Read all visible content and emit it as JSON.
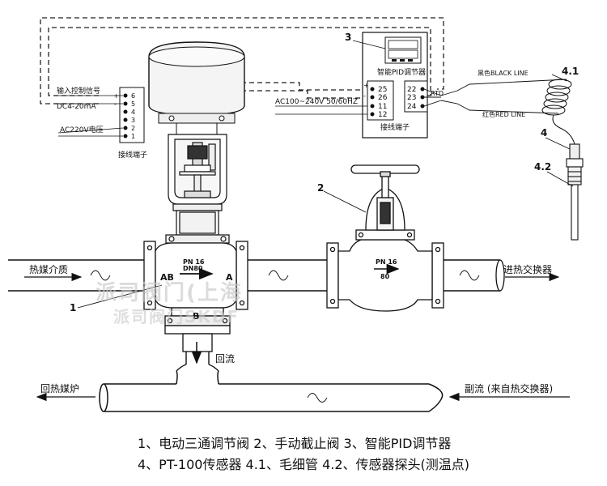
{
  "title": "",
  "callouts": {
    "n1": "1",
    "n2": "2",
    "n3": "3",
    "n4": "4",
    "n41": "4.1",
    "n42": "4.2"
  },
  "terminal_left": {
    "input_signal": "输入控制信号",
    "dc": "DC4-20mA",
    "plus": "+",
    "minus": "-",
    "ac": "AC220V电压",
    "pins": [
      "6",
      "5",
      "4",
      "3",
      "2",
      "1"
    ],
    "caption": "接线端子"
  },
  "controller": {
    "caption": "智能PID调节器",
    "pins_left": [
      "25",
      "26",
      "11",
      "12"
    ],
    "pins_right": [
      "22",
      "23",
      "24"
    ],
    "plus": "+",
    "minus": "-",
    "rtd": "RTD",
    "terminal_caption": "接线端子",
    "power": "AC100~240V 50/60HZ"
  },
  "sensor": {
    "black_line": "黑色BLACK LINE",
    "red_line": "红色RED LINE"
  },
  "valve3way": {
    "pn": "PN 16",
    "dn": "DN80",
    "port_ab": "AB",
    "port_a": "A",
    "port_b": "B"
  },
  "valve_stop": {
    "pn": "PN 16",
    "dn": "80"
  },
  "flows": {
    "inlet": "热媒介质",
    "to_exchanger": "进热交换器",
    "return": "回流",
    "return_furnace": "回热媒炉",
    "bypass": "副流 (来自热交换器)"
  },
  "watermark": {
    "line1": "派司阀门(上海",
    "line2": "派司阀门SKDF"
  },
  "legend": {
    "line1": "1、电动三通调节阀  2、手动截止阀   3、智能PID调节器",
    "line2": "4、PT-100传感器  4.1、毛细管 4.2、传感器探头(测温点)"
  }
}
